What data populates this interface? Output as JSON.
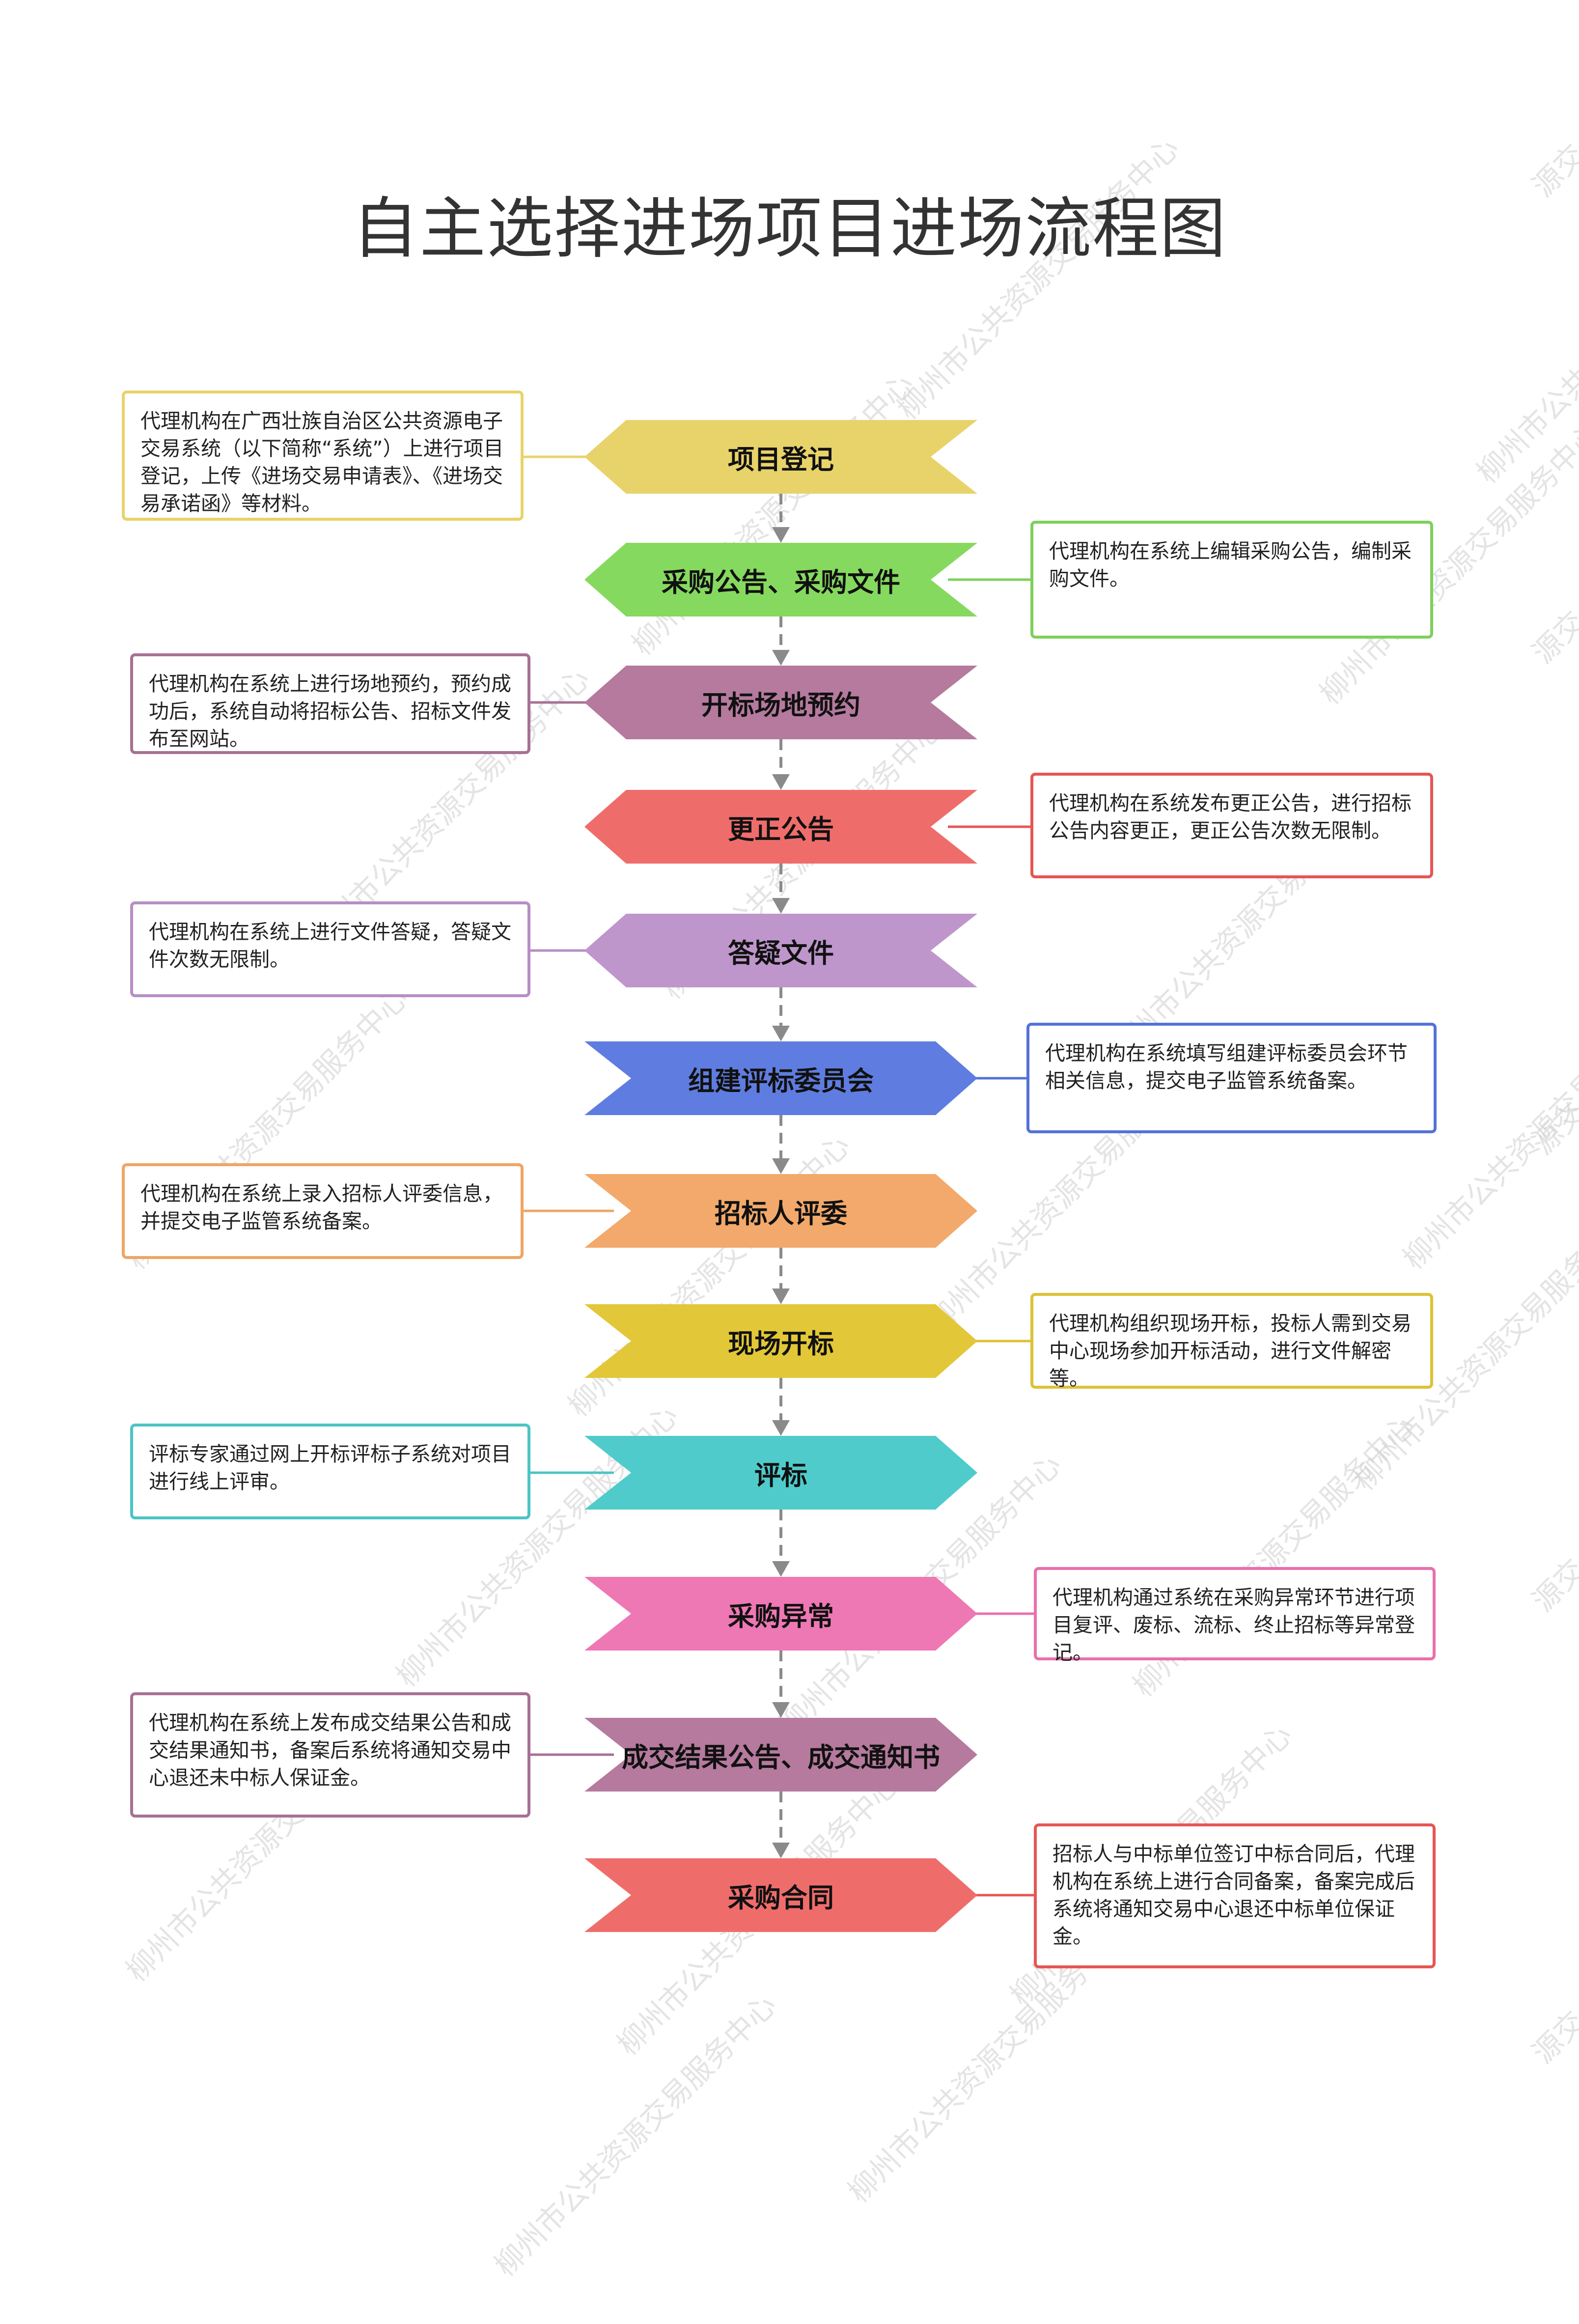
{
  "title": "自主选择进场项目进场流程图",
  "watermark": "柳州市公共资源交易服务中心",
  "watermark_fragment": "源交",
  "steps": [
    {
      "label": "项目登记",
      "color": "#e8d36a",
      "note_side": "left",
      "note_color": "#e8d36a",
      "note": "代理机构在广西壮族自治区公共资源电子交易系统（以下简称“系统”）上进行项目登记，上传《进场交易申请表》、《进场交易承诺函》等材料。"
    },
    {
      "label": "采购公告、采购文件",
      "color": "#86d95f",
      "note_side": "right",
      "note_color": "#7ed05c",
      "note": "代理机构在系统上编辑采购公告，编制采购文件。"
    },
    {
      "label": "开标场地预约",
      "color": "#b57a9e",
      "note_side": "left",
      "note_color": "#a87094",
      "note": "代理机构在系统上进行场地预约，预约成功后，系统自动将招标公告、招标文件发布至网站。"
    },
    {
      "label": "更正公告",
      "color": "#ee6d6b",
      "note_side": "right",
      "note_color": "#e55654",
      "note": "代理机构在系统发布更正公告，进行招标公告内容更正，更正公告次数无限制。"
    },
    {
      "label": "答疑文件",
      "color": "#bf96cc",
      "note_side": "left",
      "note_color": "#b68ec4",
      "note": "代理机构在系统上进行文件答疑，答疑文件次数无限制。"
    },
    {
      "label": "组建评标委员会",
      "color": "#5f7de0",
      "note_side": "right",
      "note_color": "#5372d8",
      "note": "代理机构在系统填写组建评标委员会环节相关信息，提交电子监管系统备案。"
    },
    {
      "label": "招标人评委",
      "color": "#f2a96b",
      "note_side": "left",
      "note_color": "#eea564",
      "note": "代理机构在系统上录入招标人评委信息，并提交电子监管系统备案。"
    },
    {
      "label": "现场开标",
      "color": "#e2c738",
      "note_side": "right",
      "note_color": "#dcc237",
      "note": "代理机构组织现场开标，投标人需到交易中心现场参加开标活动，进行文件解密等。"
    },
    {
      "label": "评标",
      "color": "#50cbcb",
      "note_side": "left",
      "note_color": "#4cc4c4",
      "note": "评标专家通过网上开标评标子系统对项目进行线上评审。"
    },
    {
      "label": "采购异常",
      "color": "#ee78b4",
      "note_side": "right",
      "note_color": "#e870ab",
      "note": "代理机构通过系统在采购异常环节进行项目复评、废标、流标、终止招标等异常登记。"
    },
    {
      "label": "成交结果公告、成交通知书",
      "color": "#b57a9e",
      "note_side": "left",
      "note_color": "#a87094",
      "note": "代理机构在系统上发布成交结果公告和成交结果通知书，备案后系统将通知交易中心退还未中标人保证金。"
    },
    {
      "label": "采购合同",
      "color": "#ee6d6b",
      "note_side": "right",
      "note_color": "#e55654",
      "note": "招标人与中标单位签订中标合同后，代理机构在系统上进行合同备案，备案完成后系统将通知交易中心退还中标单位保证金。"
    }
  ]
}
